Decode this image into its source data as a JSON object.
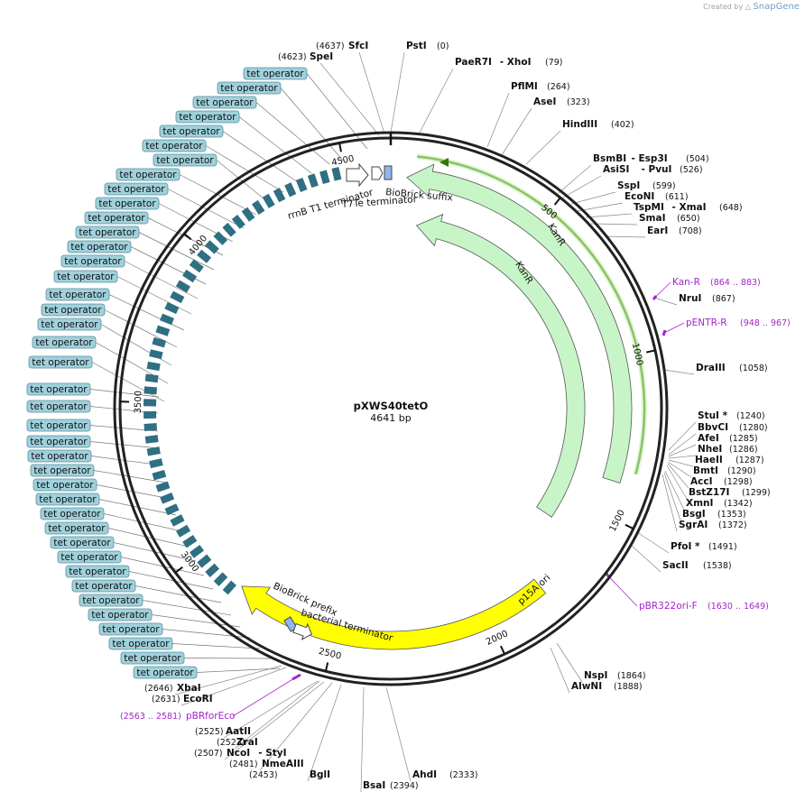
{
  "brand": {
    "created_by": "Created by",
    "name": "SnapGene"
  },
  "plasmid": {
    "name": "pXWS40tetO",
    "length": "4641 bp",
    "total_bp": 4641
  },
  "colors": {
    "backbone": "#222222",
    "tet_operator": "#2f6f82",
    "tet_box": "#9fd1dc",
    "kanr": "#c8f5c8",
    "ori": "#ffff00",
    "primer": "#a326c9",
    "orf_line": "#1f5f00",
    "cap_bar": "#8fb6f0"
  },
  "ticks": [
    "500",
    "1000",
    "1500",
    "2000",
    "2500",
    "3000",
    "3500",
    "4000",
    "4500"
  ],
  "sites": [
    {
      "name": "PstI",
      "pos": "(0)"
    },
    {
      "name": "PaeR7I",
      "extra": "- XhoI",
      "pos": "(79)"
    },
    {
      "name": "PflMI",
      "pos": "(264)"
    },
    {
      "name": "AseI",
      "pos": "(323)"
    },
    {
      "name": "HindIII",
      "pos": "(402)"
    },
    {
      "name": "BsmBI",
      "extra": "- Esp3I",
      "pos": "(504)"
    },
    {
      "name": "AsiSI",
      "extra": "- PvuI",
      "pos": "(526)"
    },
    {
      "name": "SspI",
      "pos": "(599)"
    },
    {
      "name": "EcoNI",
      "pos": "(611)"
    },
    {
      "name": "TspMI",
      "extra": "- XmaI",
      "pos": "(648)"
    },
    {
      "name": "SmaI",
      "pos": "(650)"
    },
    {
      "name": "EarI",
      "pos": "(708)"
    },
    {
      "name": "NruI",
      "pos": "(867)"
    },
    {
      "name": "DraIII",
      "pos": "(1058)"
    },
    {
      "name": "StuI *",
      "pos": "(1240)"
    },
    {
      "name": "BbvCI",
      "pos": "(1280)"
    },
    {
      "name": "AfeI",
      "pos": "(1285)"
    },
    {
      "name": "NheI",
      "pos": "(1286)"
    },
    {
      "name": "HaeII",
      "pos": "(1287)"
    },
    {
      "name": "BmtI",
      "pos": "(1290)"
    },
    {
      "name": "AccI",
      "pos": "(1298)"
    },
    {
      "name": "BstZ17I",
      "pos": "(1299)"
    },
    {
      "name": "XmnI",
      "pos": "(1342)"
    },
    {
      "name": "BsgI",
      "pos": "(1353)"
    },
    {
      "name": "SgrAI",
      "pos": "(1372)"
    },
    {
      "name": "PfoI *",
      "pos": "(1491)"
    },
    {
      "name": "SacII",
      "pos": "(1538)"
    },
    {
      "name": "NspI",
      "pos": "(1864)"
    },
    {
      "name": "AlwNI",
      "pos": "(1888)"
    },
    {
      "name": "AhdI",
      "pos": "(2333)"
    },
    {
      "name": "BsaI",
      "pos": "(2394)"
    },
    {
      "name": "BglI",
      "pos": "(2453)"
    },
    {
      "name": "NmeAIII",
      "pos": "(2481)"
    },
    {
      "name": "NcoI",
      "extra": "- StyI",
      "pos": "(2507)"
    },
    {
      "name": "ZraI",
      "pos": "(2523)"
    },
    {
      "name": "AatII",
      "pos": "(2525)"
    },
    {
      "name": "EcoRI",
      "pos": "(2631)"
    },
    {
      "name": "XbaI",
      "pos": "(2646)"
    },
    {
      "name": "SpeI",
      "pos": "(4623)"
    },
    {
      "name": "SfcI",
      "pos": "(4637)"
    }
  ],
  "primers": [
    {
      "name": "Kan-R",
      "range": "(864 .. 883)"
    },
    {
      "name": "pENTR-R",
      "range": "(948 .. 967)"
    },
    {
      "name": "pBR322ori-F",
      "range": "(1630 .. 1649)"
    },
    {
      "name": "pBRforEco",
      "range": "(2563 .. 2581)"
    }
  ],
  "features": {
    "kanr_outer": "KanR",
    "kanr_inner": "KanR",
    "ori": "p15A ori",
    "rrnb": "rrnB T1 terminator",
    "t7te": "T7Te terminator",
    "biobrick_suffix": "BioBrick suffix",
    "biobrick_prefix": "BioBrick prefix",
    "bact_term": "bacterial terminator"
  },
  "tet_operator_label": "tet operator",
  "tet_operator_count": 44
}
